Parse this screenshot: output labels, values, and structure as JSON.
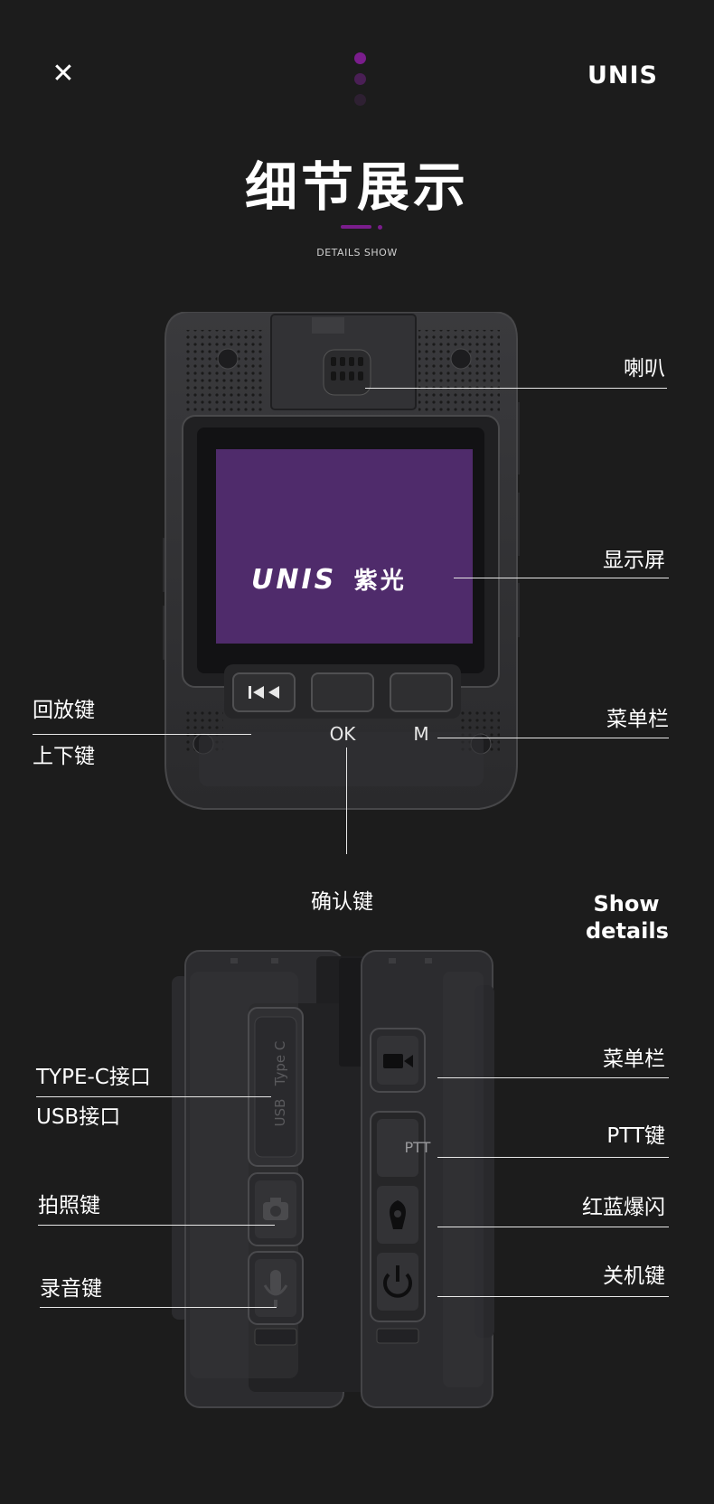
{
  "header": {
    "close_icon": "close-icon",
    "brand": "UNIS",
    "pager": {
      "dots": 3,
      "colors": [
        "#7a1d8c",
        "#4a1f55",
        "#2e2032"
      ]
    }
  },
  "section": {
    "title": "细节展示",
    "subtitle": "DETAILS SHOW",
    "accent_color": "#7a1d8c"
  },
  "front_device": {
    "screen_brand": "UNIS",
    "screen_brand_cn": "紫光",
    "screen_color": "#4f2b6b",
    "buttons": [
      "OK",
      "M"
    ],
    "labels": {
      "speaker": "喇叭",
      "display": "显示屏",
      "playback": "回放键",
      "updown": "上下键",
      "menu": "菜单栏",
      "confirm": "确认键"
    }
  },
  "show_details": "Show details",
  "side_devices": {
    "left_port_text": "USB   Type C",
    "right_button_text": "PTT",
    "labels": {
      "typec": "TYPE-C接口",
      "usb": "USB接口",
      "camera": "拍照键",
      "record": "录音键",
      "menu": "菜单栏",
      "ptt": "PTT键",
      "flash": "红蓝爆闪",
      "power": "关机键"
    }
  }
}
